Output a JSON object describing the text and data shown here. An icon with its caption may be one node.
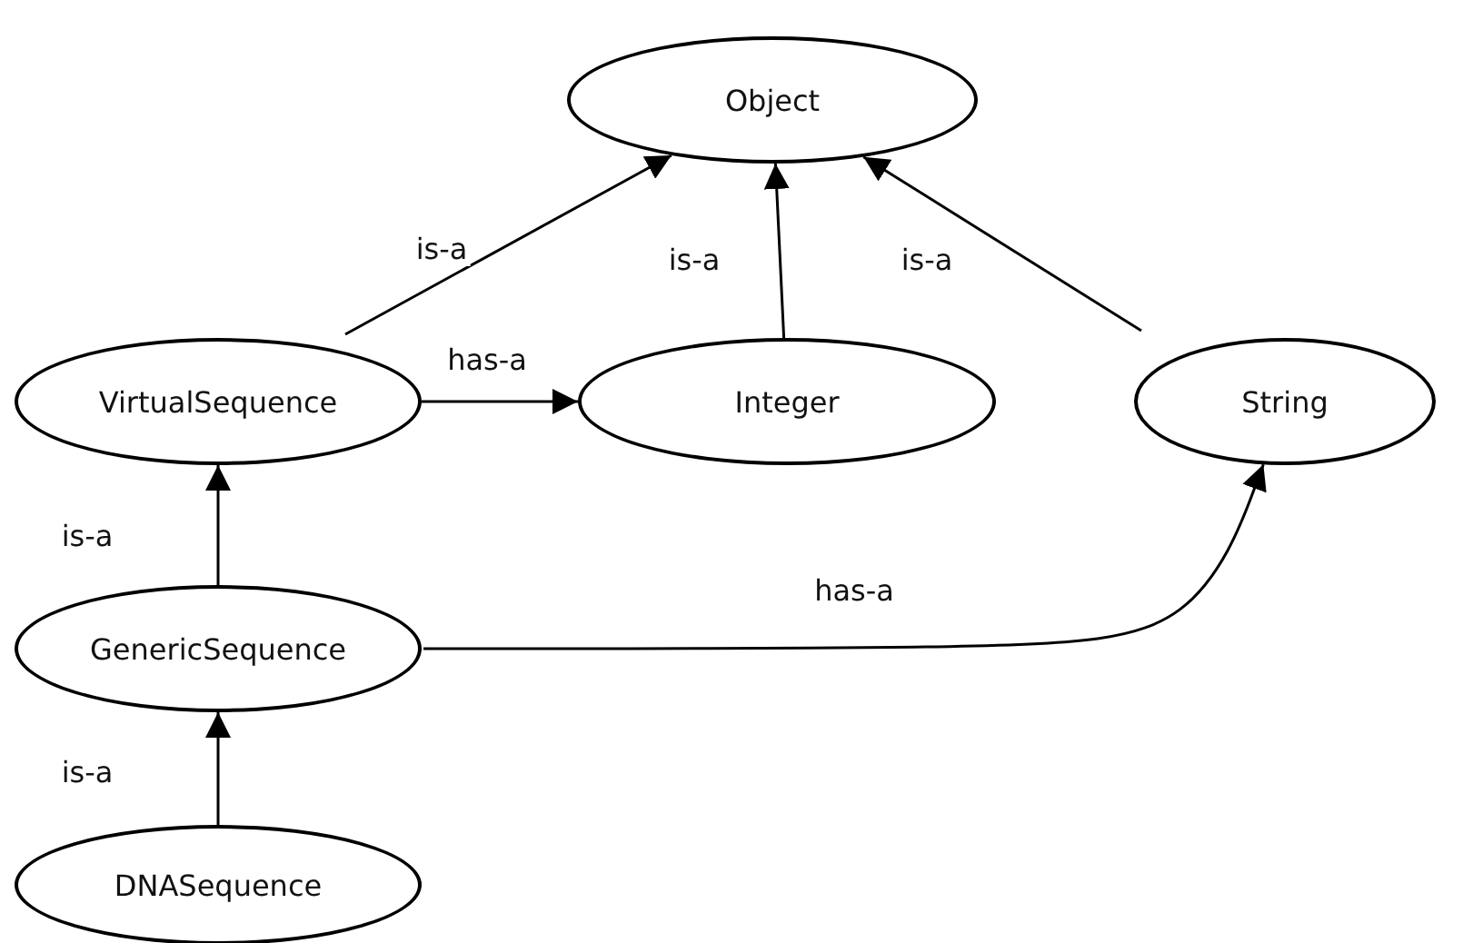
{
  "diagram": {
    "nodes": [
      {
        "text": [
          "Object"
        ]
      },
      {
        "text": [
          "VirtualSequence"
        ]
      },
      {
        "text": [
          "Integer"
        ]
      },
      {
        "text": [
          "String"
        ]
      },
      {
        "text": [
          "GenericSequence"
        ]
      },
      {
        "text": [
          "DNASequence"
        ]
      }
    ],
    "edges": [
      {
        "from": 1,
        "to": 0,
        "arrow": "to",
        "label": "is-a"
      },
      {
        "from": 2,
        "to": 0,
        "arrow": "to",
        "label": "is-a"
      },
      {
        "from": 3,
        "to": 0,
        "arrow": "to",
        "label": "is-a"
      },
      {
        "from": 1,
        "to": 2,
        "arrow": "to",
        "label": "has-a"
      },
      {
        "from": 4,
        "to": 1,
        "arrow": "to",
        "label": "is-a"
      },
      {
        "from": 4,
        "to": 3,
        "arrow": "to",
        "label": "has-a"
      },
      {
        "from": 5,
        "to": 4,
        "arrow": "to",
        "label": "is-a"
      }
    ]
  }
}
